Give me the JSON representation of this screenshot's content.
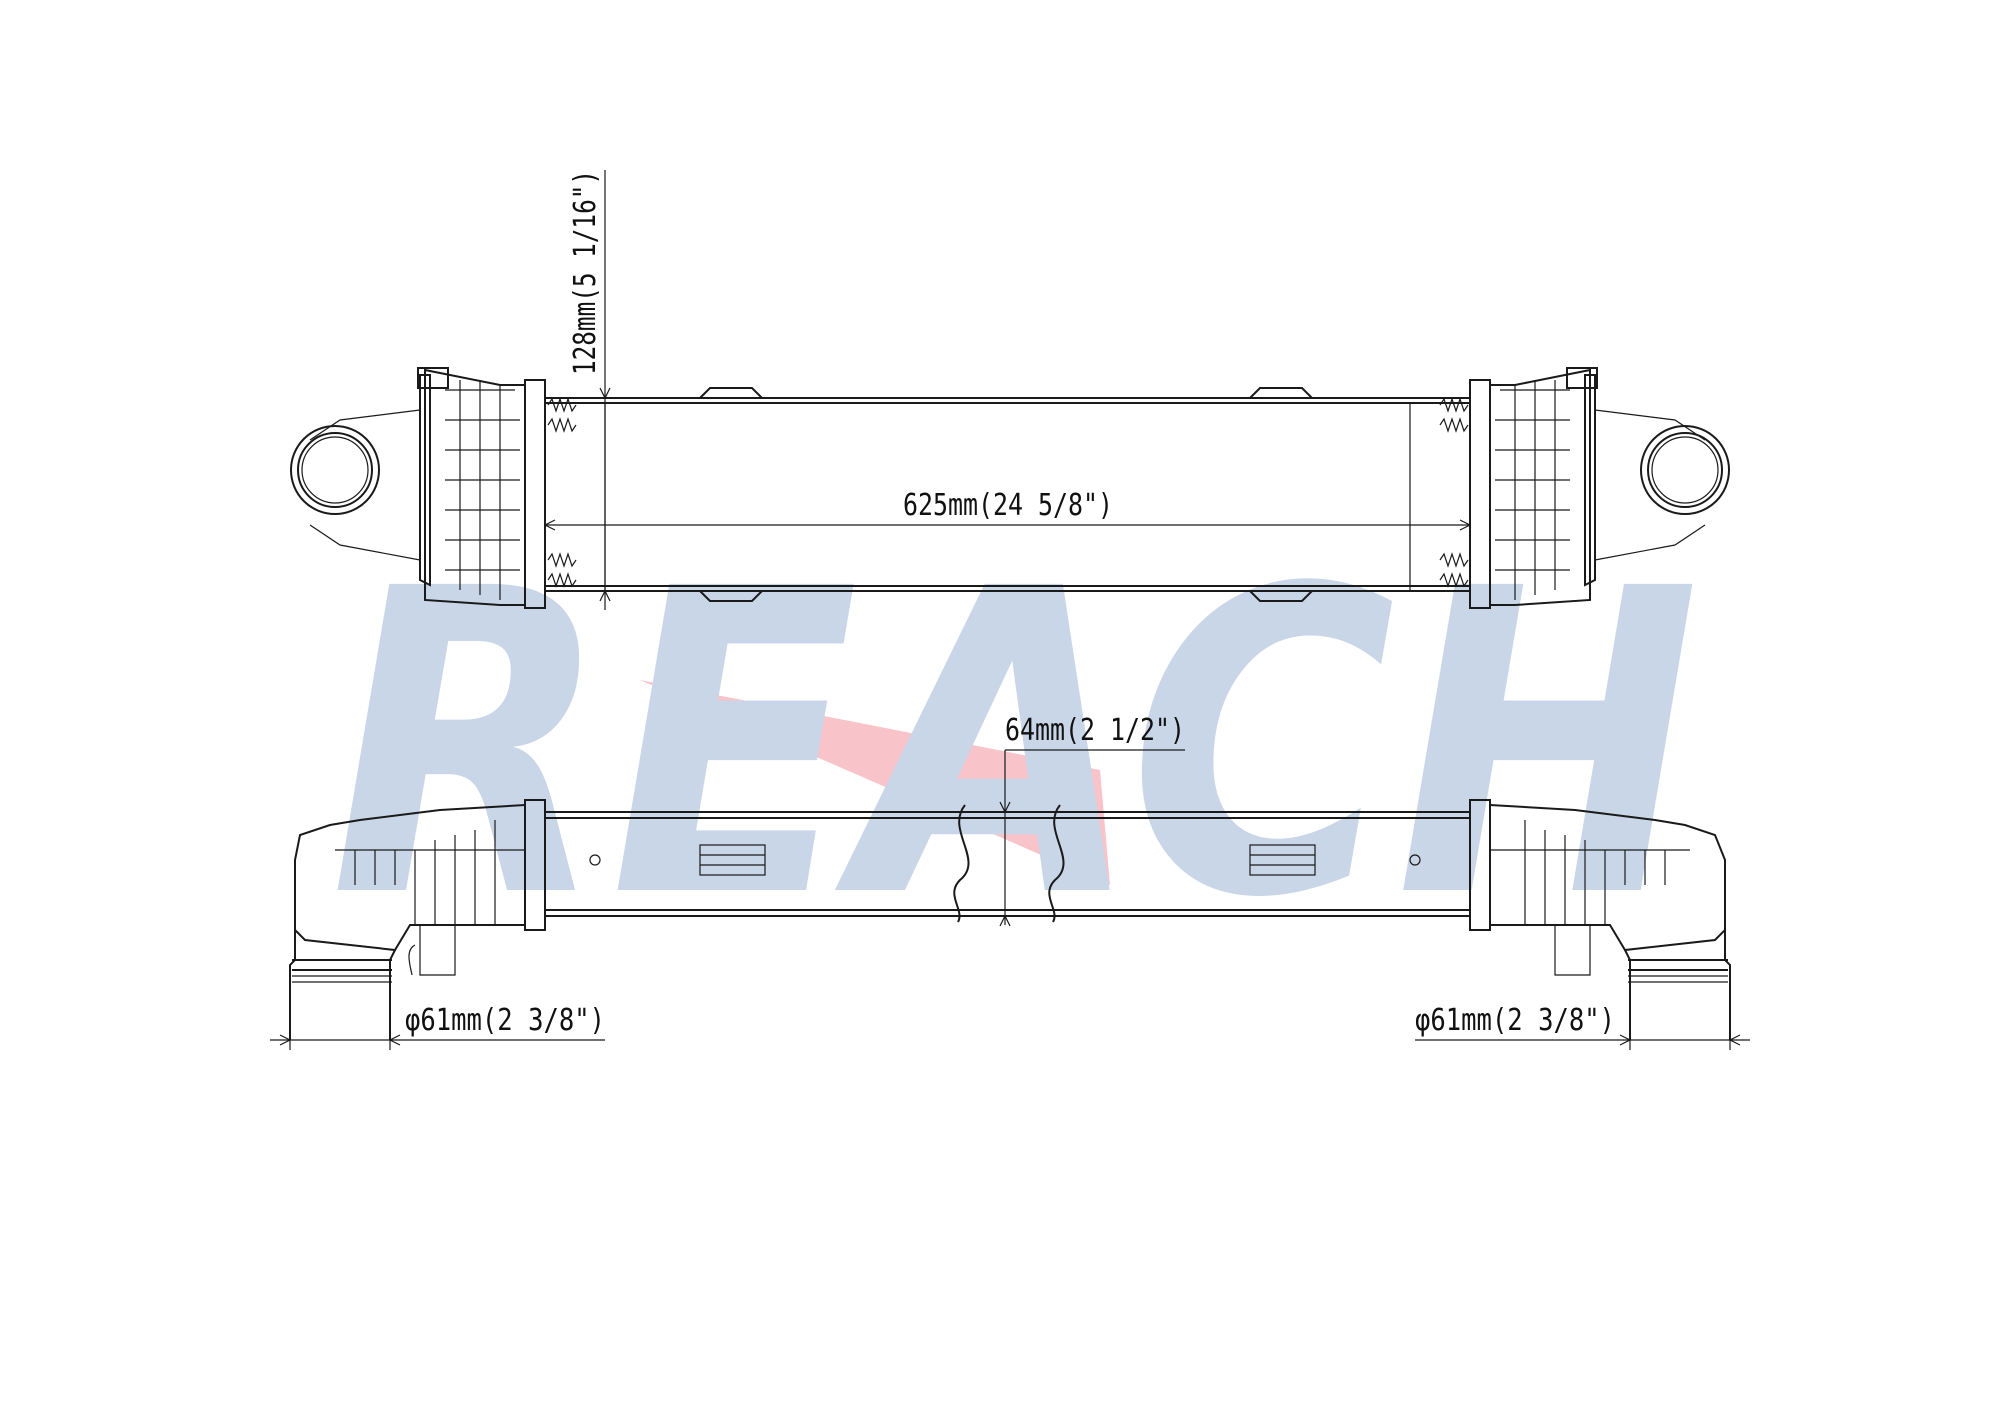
{
  "watermark": {
    "text": "REACH",
    "color": "#c9d6e8",
    "accent_color": "#f7b9c0"
  },
  "dimensions": {
    "height": "128mm(5 1/16\")",
    "length": "625mm(24 5/8\")",
    "thickness": "64mm(2 1/2\")",
    "inlet_left": "φ61mm(2 3/8\")",
    "inlet_right": "φ61mm(2 3/8\")"
  },
  "line_color": "#1a1a1a"
}
